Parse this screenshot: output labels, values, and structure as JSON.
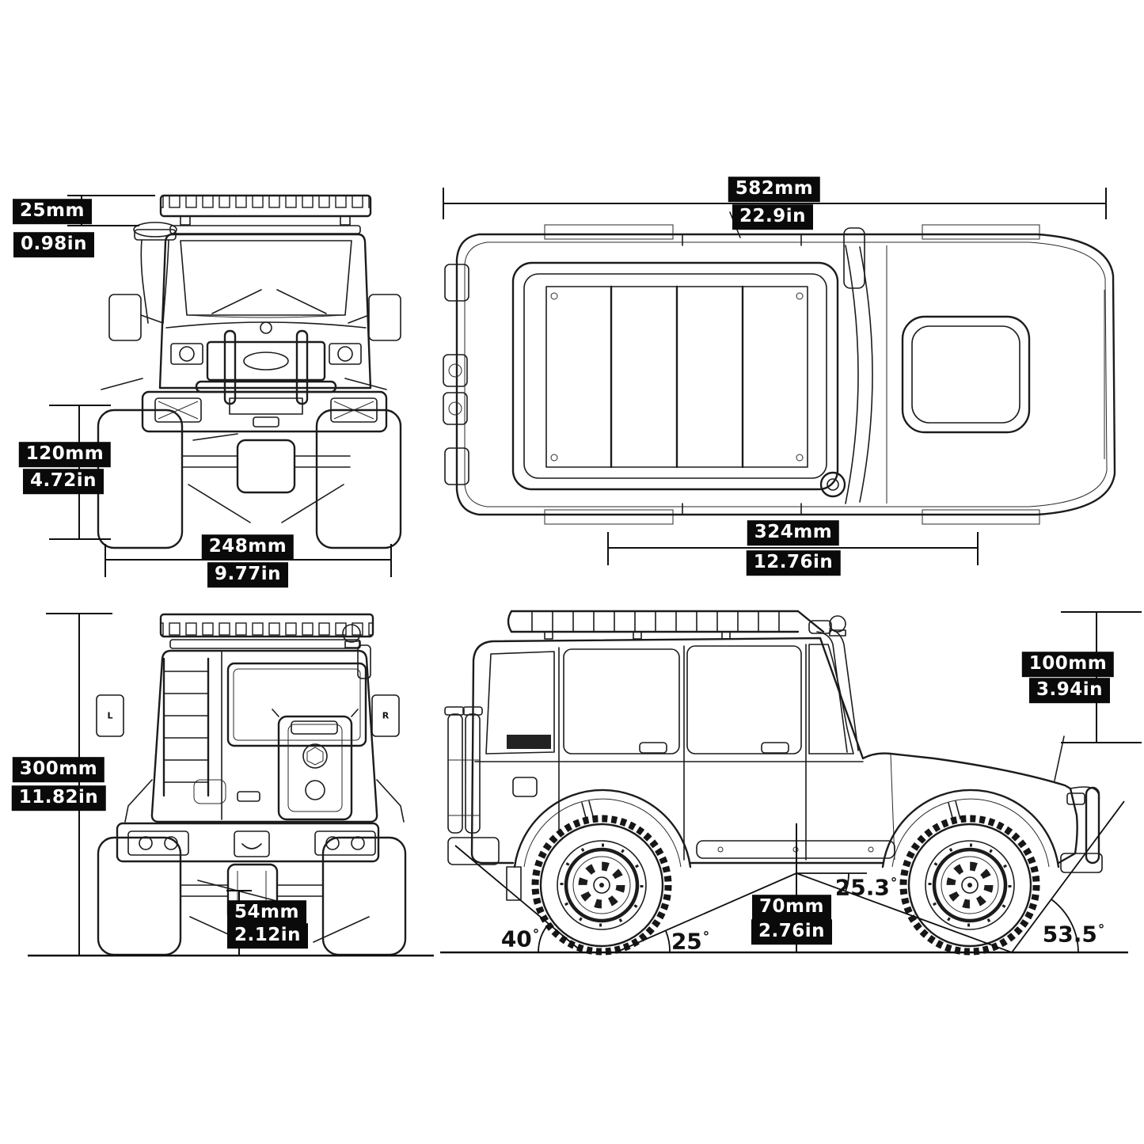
{
  "colors": {
    "background": "#ffffff",
    "line": "#1c1c1c",
    "label_bg": "#0a0a0a",
    "label_text": "#ffffff"
  },
  "labels": {
    "d25": {
      "mm": "25mm",
      "in": "0.98in"
    },
    "d120": {
      "mm": "120mm",
      "in": "4.72in"
    },
    "d248": {
      "mm": "248mm",
      "in": "9.77in"
    },
    "d582": {
      "mm": "582mm",
      "in": "22.9in"
    },
    "d324": {
      "mm": "324mm",
      "in": "12.76in"
    },
    "d300": {
      "mm": "300mm",
      "in": "11.82in"
    },
    "d54": {
      "mm": "54mm",
      "in": "2.12in"
    },
    "d100": {
      "mm": "100mm",
      "in": "3.94in"
    },
    "d70": {
      "mm": "70mm",
      "in": "2.76in"
    }
  },
  "angles": {
    "departure": "40",
    "ramp_left": "25",
    "ramp_right": "25.3",
    "approach": "53.5",
    "unit": "°"
  },
  "mirrors": {
    "left": "L",
    "right": "R"
  }
}
